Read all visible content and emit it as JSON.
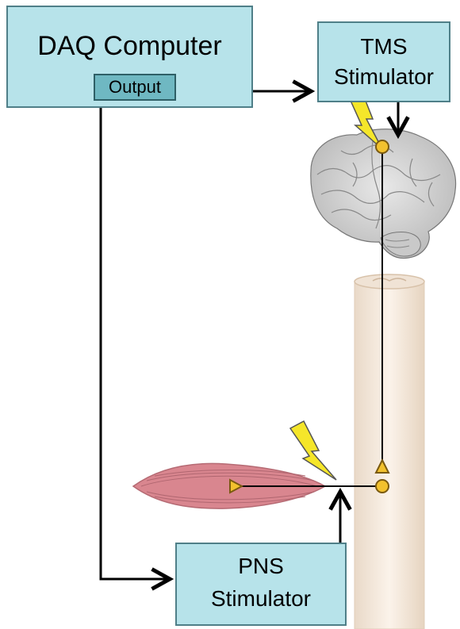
{
  "daq": {
    "title": "DAQ Computer",
    "output_label": "Output"
  },
  "tms": {
    "line1": "TMS",
    "line2": "Stimulator"
  },
  "pns": {
    "line1": "PNS",
    "line2": "Stimulator"
  },
  "colors": {
    "box_fill": "#b7e3ea",
    "output_fill": "#6fb8c2",
    "bolt": "#f5e62a",
    "node": "#f2c12e",
    "muscle": "#d98a92",
    "spinal_cord": "#f3e6d8"
  },
  "icons": [
    "brain-illustration",
    "spinal-cord",
    "muscle",
    "lightning-bolt-icon",
    "neuron-node-icon"
  ]
}
